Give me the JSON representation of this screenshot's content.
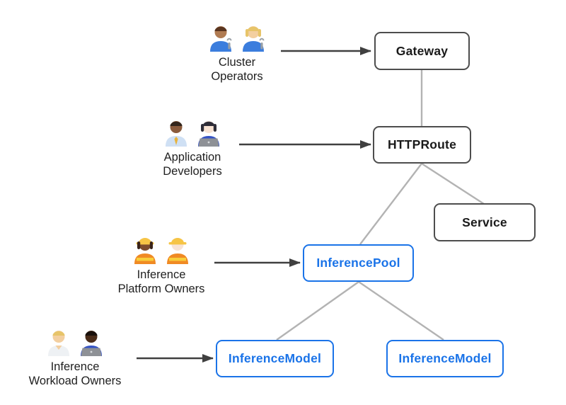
{
  "colors": {
    "background": "#ffffff",
    "node_border_dark": "#4d4d4d",
    "node_text_dark": "#1a1a1a",
    "accent_blue": "#1a73e8",
    "connector_gray": "#b3b3b3",
    "arrow_dark": "#404040",
    "persona_text": "#1f1f1f"
  },
  "nodes": [
    {
      "id": "gateway",
      "label": "Gateway",
      "variant": "dark"
    },
    {
      "id": "httproute",
      "label": "HTTPRoute",
      "variant": "dark"
    },
    {
      "id": "service",
      "label": "Service",
      "variant": "dark"
    },
    {
      "id": "inferencepool",
      "label": "InferencePool",
      "variant": "blue"
    },
    {
      "id": "inferencemodel-1",
      "label": "InferenceModel",
      "variant": "blue"
    },
    {
      "id": "inferencemodel-2",
      "label": "InferenceModel",
      "variant": "blue"
    }
  ],
  "personas": [
    {
      "id": "cluster-operators",
      "label_line1": "Cluster",
      "label_line2": "Operators",
      "icon": "mechanics-pair-icon",
      "emoji": "👨🏽‍🔧 👩🏼‍🔧",
      "points_to": "Gateway",
      "figures": [
        {
          "skin": "#b07b52",
          "hair": "#59351f",
          "shirt": "#3b7ddd",
          "wrench": true
        },
        {
          "skin": "#f3cfa0",
          "hair": "#e7c469",
          "shirt": "#3b7ddd",
          "longHair": true,
          "wrench": true
        }
      ]
    },
    {
      "id": "application-developers",
      "label_line1": "Application",
      "label_line2": "Developers",
      "icon": "office-worker-technologist-pair-icon",
      "emoji": "👨🏾‍💼 👩🏻‍💻",
      "points_to": "HTTPRoute",
      "figures": [
        {
          "skin": "#8a5a3b",
          "hair": "#33251b",
          "shirt": "#cfe0f4",
          "tie": "#e8b23a"
        },
        {
          "skin": "#f8e3d3",
          "hair": "#2e2d38",
          "shirt": "#3452c4",
          "longHair": true,
          "laptop": true
        }
      ]
    },
    {
      "id": "inference-platform-owners",
      "label_line1": "Inference",
      "label_line2": "Platform Owners",
      "icon": "construction-workers-pair-icon",
      "emoji": "👷🏾‍♀️ 👷🏻",
      "points_to": "InferencePool",
      "figures": [
        {
          "skin": "#7d4b2d",
          "hair": "#3a241a",
          "shirt": "#f08a24",
          "vest": true,
          "hat": true,
          "longHair": true
        },
        {
          "skin": "#f8e3d3",
          "hair": "#b98a4f",
          "shirt": "#f08a24",
          "vest": true,
          "hat": true
        }
      ]
    },
    {
      "id": "inference-workload-owners",
      "label_line1": "Inference",
      "label_line2": "Workload Owners",
      "icon": "health-worker-technologist-pair-icon",
      "emoji": "🧑🏼‍⚕️ 👨🏿‍💻",
      "points_to": "InferenceModel",
      "figures": [
        {
          "skin": "#f3cfa0",
          "hair": "#e7c469",
          "shirt": "#eef1f4",
          "coat": true
        },
        {
          "skin": "#4a2c18",
          "hair": "#19100b",
          "shirt": "#3452c4",
          "laptop": true
        }
      ]
    }
  ],
  "edges": [
    {
      "from": "Cluster Operators",
      "to": "Gateway",
      "style": "arrow"
    },
    {
      "from": "Application Developers",
      "to": "HTTPRoute",
      "style": "arrow"
    },
    {
      "from": "Inference Platform Owners",
      "to": "InferencePool",
      "style": "arrow"
    },
    {
      "from": "Inference Workload Owners",
      "to": "InferenceModel (left)",
      "style": "arrow"
    },
    {
      "from": "Gateway",
      "to": "HTTPRoute",
      "style": "line"
    },
    {
      "from": "HTTPRoute",
      "to": "InferencePool",
      "style": "line"
    },
    {
      "from": "HTTPRoute",
      "to": "Service",
      "style": "line"
    },
    {
      "from": "InferencePool",
      "to": "InferenceModel (left)",
      "style": "line"
    },
    {
      "from": "InferencePool",
      "to": "InferenceModel (right)",
      "style": "line"
    }
  ]
}
